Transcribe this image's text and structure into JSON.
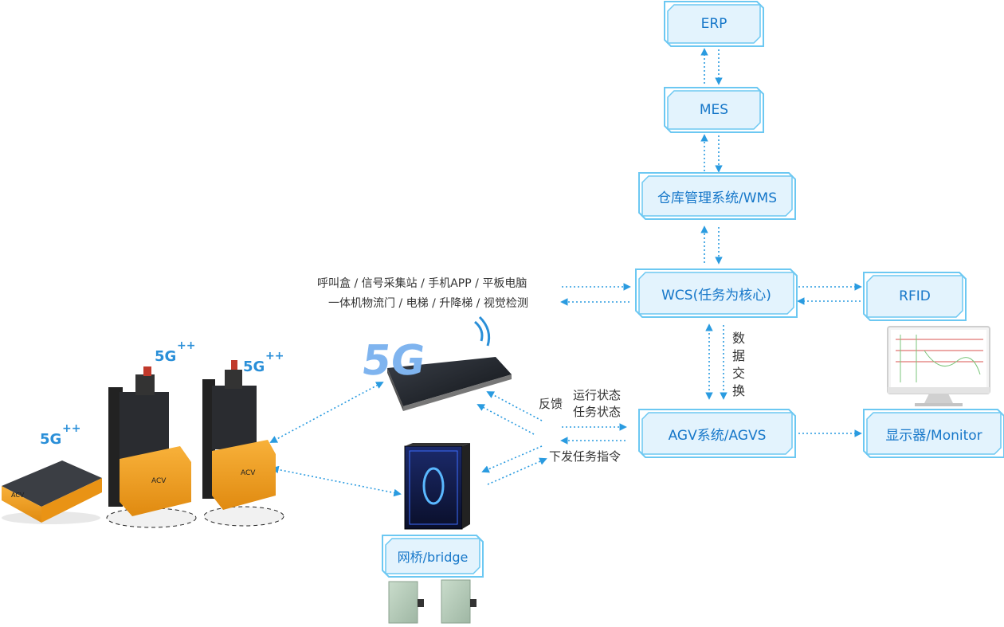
{
  "nodes": {
    "erp": "ERP",
    "mes": "MES",
    "wms": "仓库管理系统/WMS",
    "wcs": "WCS(任务为核心)",
    "rfid": "RFID",
    "agvs": "AGV系统/AGVS",
    "monitor": "显示器/Monitor",
    "bridge": "网桥/bridge"
  },
  "labels": {
    "devices_line1": "呼叫盒 / 信号采集站 / 手机APP / 平板电脑",
    "devices_line2": "一体机物流门 / 电梯 / 升降梯 / 视觉检测",
    "data_exchange": [
      "数",
      "据",
      "交",
      "换"
    ],
    "feedback": "反馈",
    "run_status": "运行状态",
    "task_status": "任务状态",
    "dispatch": "下发任务指令",
    "badge_5g": "5G",
    "badge_plus": "++",
    "phone_5g": "5G",
    "robot_brand": "ACV"
  },
  "colors": {
    "accent": "#1677c9",
    "box_fill": "#e3f3fd",
    "box_frame": "#6cc8f2",
    "arrow": "#2a9be0",
    "robot_orange": "#f39b1c"
  }
}
